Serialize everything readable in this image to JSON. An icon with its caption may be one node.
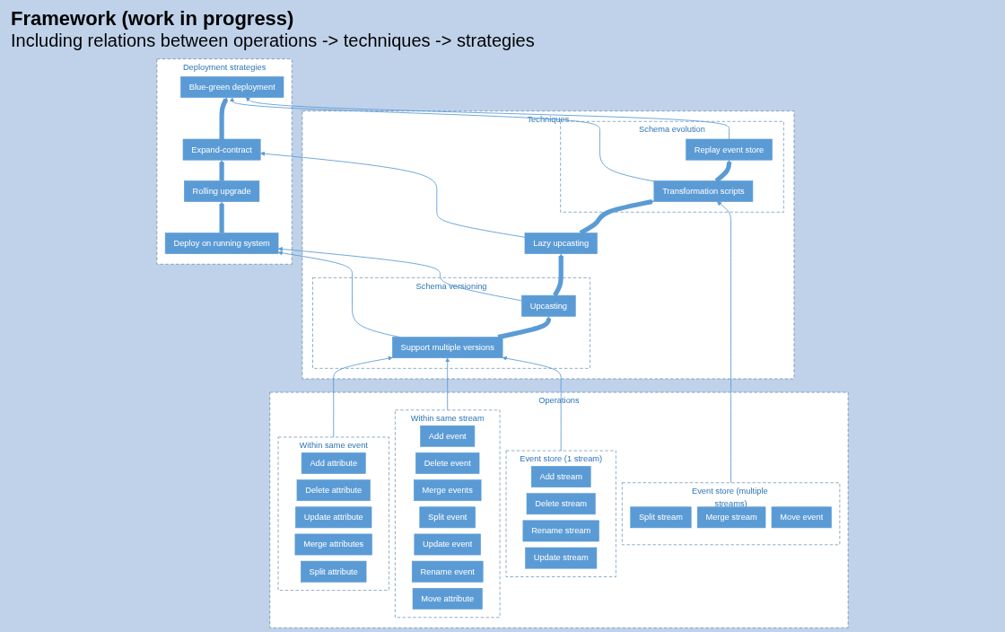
{
  "diagram": {
    "title": "Framework (work in progress)",
    "nodes": [
      {
        "text": [
          "Deployment strategies"
        ]
      },
      {
        "text": [
          "Deploy on running system"
        ],
        "in": 0
      },
      {
        "text": [
          "Rolling upgrade"
        ],
        "in": 0
      },
      {
        "text": [
          "Expand-contract"
        ],
        "in": 0
      },
      {
        "text": [
          "Blue-green deployment"
        ],
        "in": 0
      },
      {
        "text": [
          "Techniques"
        ]
      },
      {
        "text": [
          "Schema versioning"
        ],
        "in": 5
      },
      {
        "text": [
          "Support multiple versions"
        ],
        "in": 6
      },
      {
        "text": [
          "Upcasting"
        ],
        "in": 6
      },
      {
        "text": [
          "Lazy upcasting"
        ],
        "in": 5
      },
      {
        "text": [
          "Schema evolution"
        ],
        "in": 5
      },
      {
        "text": [
          "Transformation scripts"
        ],
        "in": 10
      },
      {
        "text": [
          "Replay event store"
        ],
        "in": 10
      },
      {
        "text": [
          "Operations"
        ]
      },
      {
        "text": [
          "Within same event"
        ],
        "in": 13
      },
      {
        "text": [
          "Add attribute"
        ],
        "in": 14
      },
      {
        "text": [
          "Delete attribute"
        ],
        "in": 14
      },
      {
        "text": [
          "Update attribute"
        ],
        "in": 14
      },
      {
        "text": [
          "Merge attributes"
        ],
        "in": 14
      },
      {
        "text": [
          "Split attribute"
        ],
        "in": 14
      },
      {
        "text": [
          "Within same stream"
        ],
        "in": 13
      },
      {
        "text": [
          "Add event"
        ],
        "in": 20
      },
      {
        "text": [
          "Delete event"
        ],
        "in": 20
      },
      {
        "text": [
          "Merge events"
        ],
        "in": 20
      },
      {
        "text": [
          "Split event"
        ],
        "in": 20
      },
      {
        "text": [
          "Update event"
        ],
        "in": 20
      },
      {
        "text": [
          "Rename event"
        ],
        "in": 20
      },
      {
        "text": [
          "Move attribute"
        ],
        "in": 20
      },
      {
        "text": [
          "Event store (1 stream)"
        ],
        "in": 13
      },
      {
        "text": [
          "Add stream"
        ],
        "in": 28
      },
      {
        "text": [
          "Delete stream"
        ],
        "in": 28
      },
      {
        "text": [
          "Rename stream"
        ],
        "in": 28
      },
      {
        "text": [
          "Update stream"
        ],
        "in": 28
      },
      {
        "text": [
          "Event store (multiple streams)"
        ],
        "in": 13
      },
      {
        "text": [
          "Split stream"
        ],
        "in": 33
      },
      {
        "text": [
          "Merge stream"
        ],
        "in": 33
      },
      {
        "text": [
          "Move event"
        ],
        "in": 33
      }
    ],
    "edges": [
      {
        "from": 1,
        "to": 2,
        "arrow": "to",
        "style": "thick"
      },
      {
        "from": 2,
        "to": 3,
        "arrow": "to",
        "style": "thick"
      },
      {
        "from": 3,
        "to": 4,
        "arrow": "to",
        "style": "thick"
      },
      {
        "from": 7,
        "to": 1,
        "arrow": "to"
      },
      {
        "from": 8,
        "to": 1,
        "arrow": "to"
      },
      {
        "from": 9,
        "to": 3,
        "arrow": "to"
      },
      {
        "from": 11,
        "to": 4,
        "arrow": "to"
      },
      {
        "from": 12,
        "to": 4,
        "arrow": "to"
      },
      {
        "from": 7,
        "to": 8,
        "arrow": "to",
        "style": "thick"
      },
      {
        "from": 8,
        "to": 9,
        "arrow": "to",
        "style": "thick"
      },
      {
        "from": 9,
        "to": 11,
        "arrow": "to",
        "style": "thick"
      },
      {
        "from": 11,
        "to": 12,
        "arrow": "to",
        "style": "thick"
      },
      {
        "from": 14,
        "to": 7,
        "arrow": "to"
      },
      {
        "from": 20,
        "to": 7,
        "arrow": "to"
      },
      {
        "from": 28,
        "to": 7,
        "arrow": "to"
      },
      {
        "from": 33,
        "to": 11,
        "arrow": "to"
      }
    ],
    "labels": [
      "Including relations between operations -> techniques -> strategies"
    ]
  }
}
